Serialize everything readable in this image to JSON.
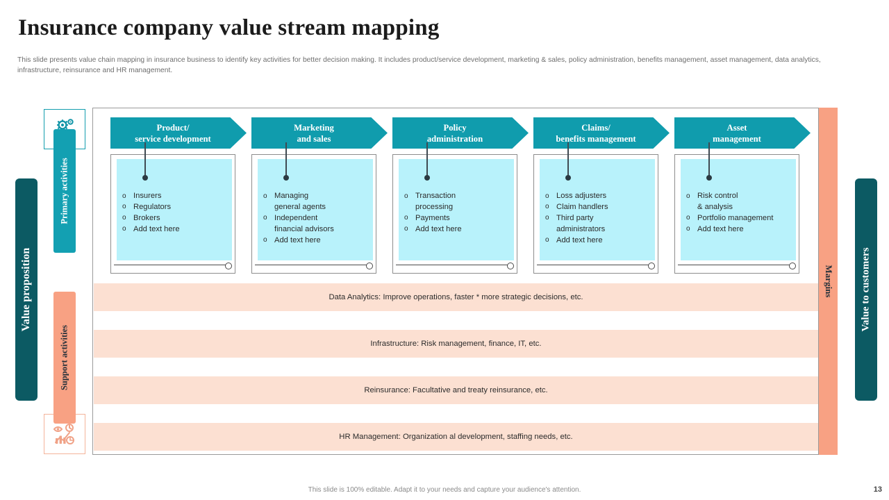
{
  "header": {
    "title": "Insurance company value stream mapping",
    "subtitle": "This slide presents value chain mapping in insurance business to identify key activities for better decision making. It includes product/service development, marketing & sales, policy administration, benefits management, asset management, data analytics, infrastructure, reinsurance and HR management."
  },
  "rails": {
    "value_proposition": "Value proposition",
    "value_to_customers": "Value to customers",
    "primary_activities": "Primary  activities",
    "support_activities": "Support  activities",
    "margins": "Margins"
  },
  "icons": {
    "top": "hands-holding-gears-icon",
    "bottom": "analytics-chart-icon"
  },
  "columns": [
    {
      "title_line1": "Product/",
      "title_line2": "service development",
      "bullets": [
        [
          "Insurers"
        ],
        [
          "Regulators"
        ],
        [
          "Brokers"
        ],
        [
          "Add text here"
        ]
      ]
    },
    {
      "title_line1": "Marketing",
      "title_line2": "and  sales",
      "bullets": [
        [
          "Managing",
          "general  agents"
        ],
        [
          "Independent",
          "financial  advisors"
        ],
        [
          "Add text here"
        ]
      ]
    },
    {
      "title_line1": "Policy",
      "title_line2": "administration",
      "bullets": [
        [
          "Transaction",
          "processing"
        ],
        [
          "Payments"
        ],
        [
          "Add text here"
        ]
      ]
    },
    {
      "title_line1": "Claims/",
      "title_line2": "benefits management",
      "bullets": [
        [
          "Loss adjusters"
        ],
        [
          "Claim handlers"
        ],
        [
          "Third  party",
          "administrators"
        ],
        [
          "Add text here"
        ]
      ]
    },
    {
      "title_line1": "Asset",
      "title_line2": "management",
      "bullets": [
        [
          "Risk control",
          "& analysis"
        ],
        [
          "Portfolio  management"
        ],
        [
          "Add text here"
        ]
      ]
    }
  ],
  "support_bands": [
    "Data Analytics: Improve  operations, faster * more strategic decisions, etc.",
    "Infrastructure:  Risk management,  finance,  IT, etc.",
    "Reinsurance:  Facultative and treaty reinsurance,  etc.",
    "HR Management:  Organization al development,  staffing needs, etc."
  ],
  "footer": {
    "note": "This slide is 100% editable.  Adapt it to your needs and capture your audience's attention.",
    "page_number": "13"
  },
  "colors": {
    "teal_dark": "#0c5a63",
    "teal": "#109cad",
    "cyan_light": "#b8f2fb",
    "salmon": "#f8a183",
    "salmon_light": "#fce0d2"
  }
}
